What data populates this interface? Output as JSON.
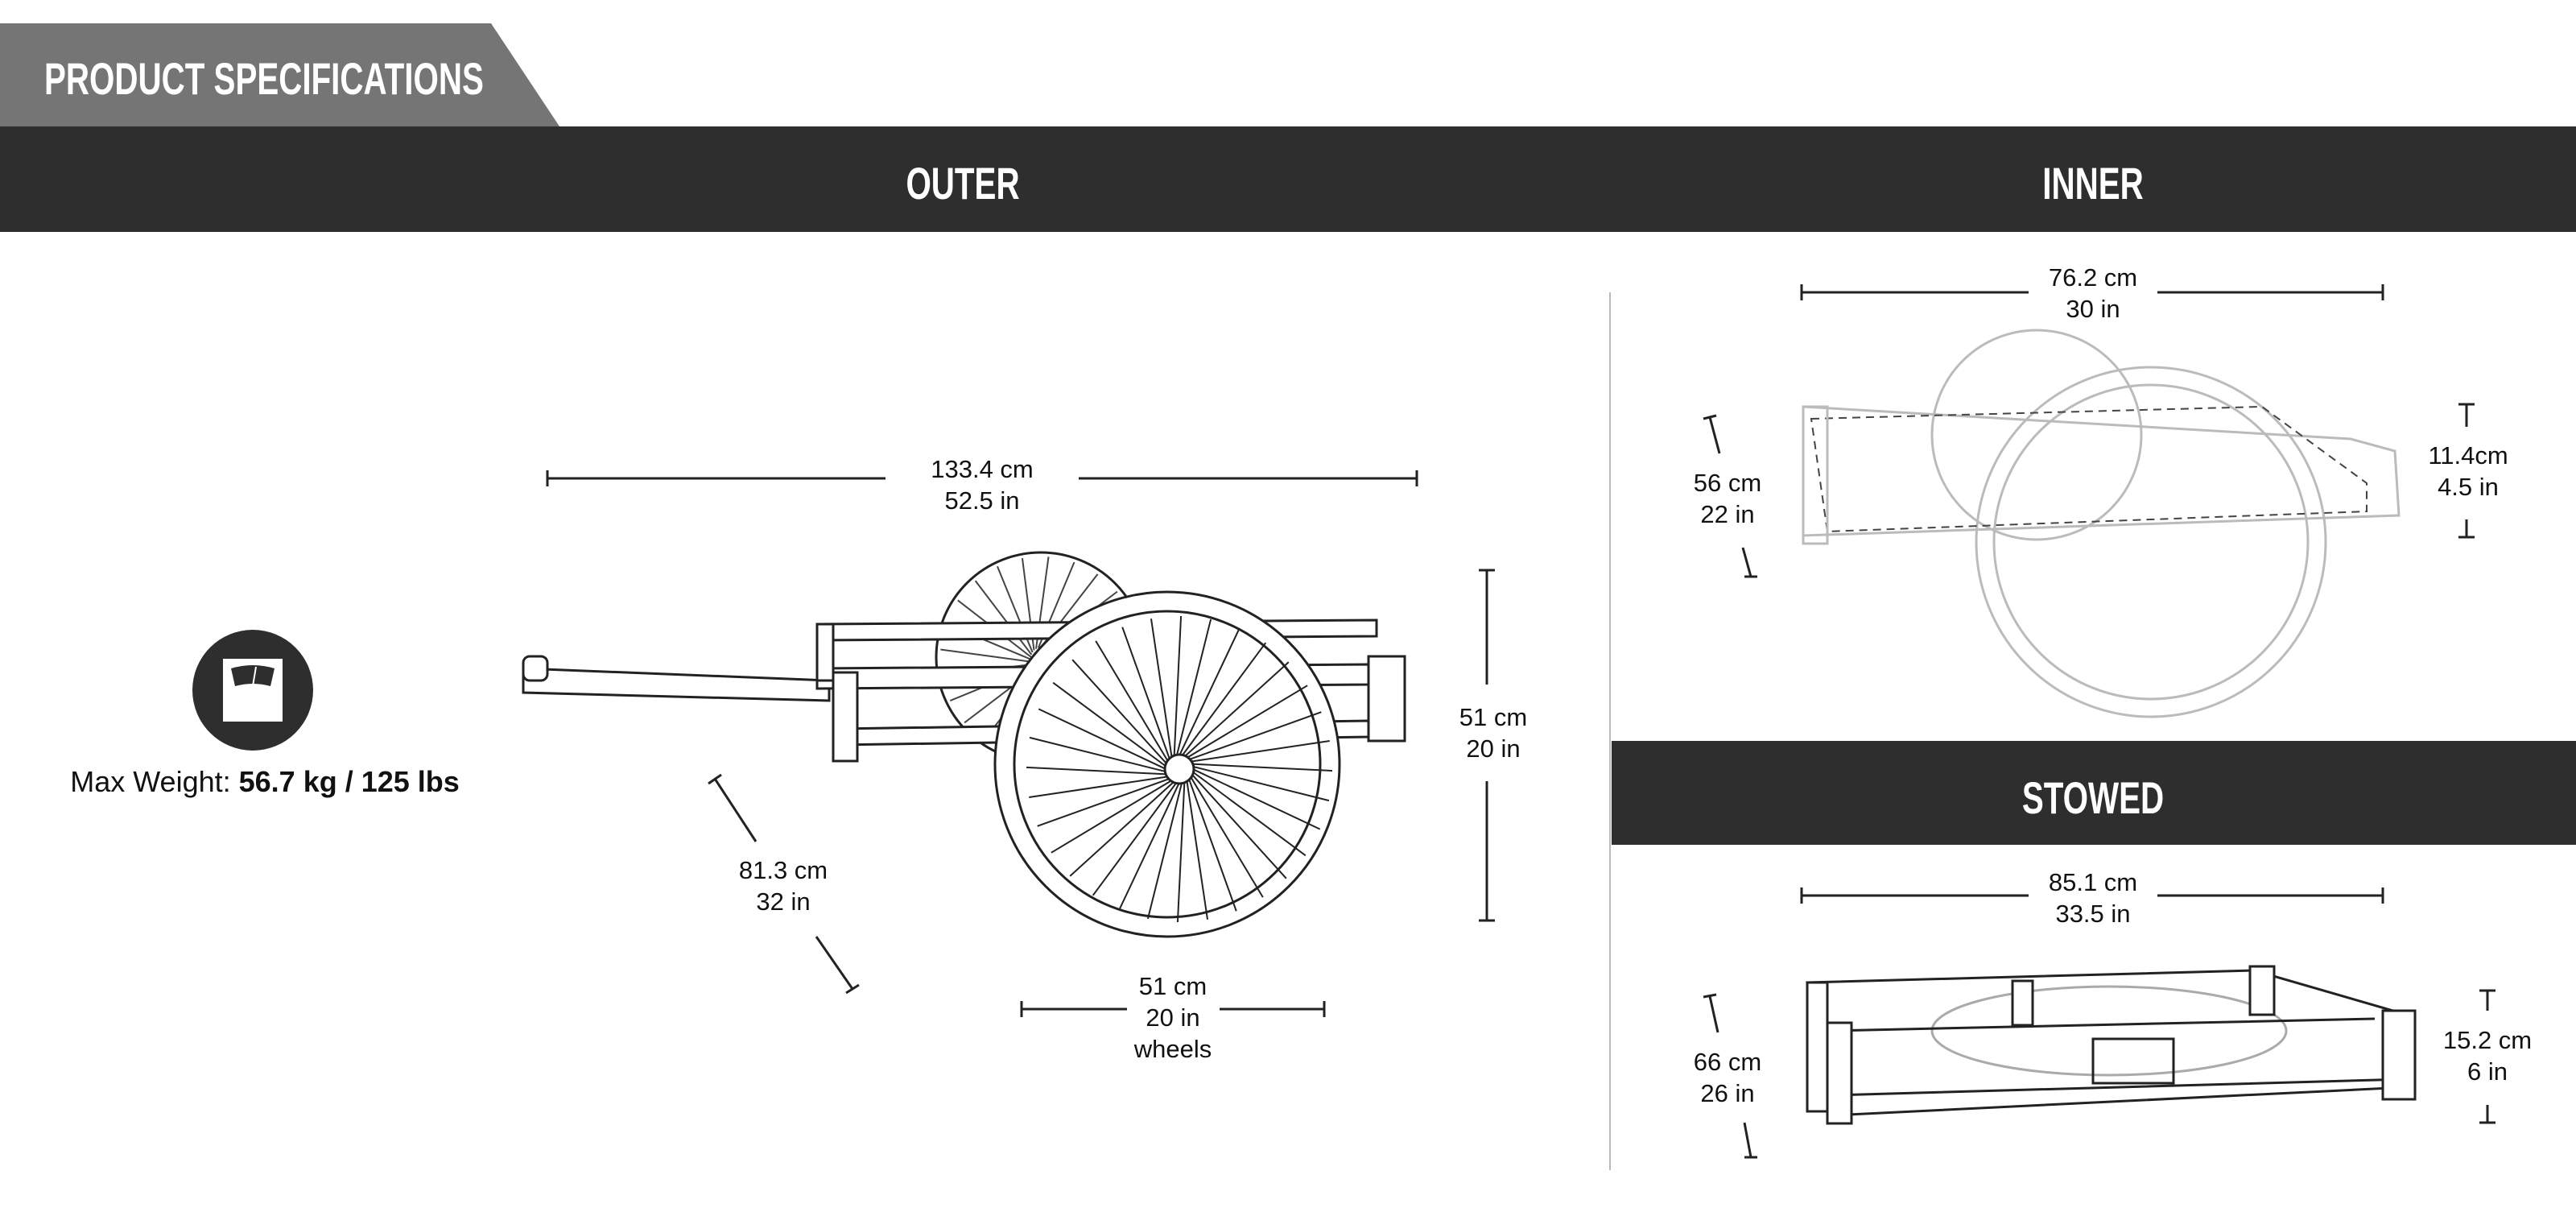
{
  "header": {
    "title": "PRODUCT SPECIFICATIONS"
  },
  "sections": {
    "outer": "OUTER",
    "inner": "INNER",
    "stowed": "STOWED"
  },
  "weight": {
    "icon": "scale-icon",
    "label": "Max Weight:",
    "value": "56.7 kg / 125 lbs"
  },
  "outer": {
    "length": {
      "cm": "133.4 cm",
      "in": "52.5 in"
    },
    "height": {
      "cm": "51 cm",
      "in": "20 in"
    },
    "width": {
      "cm": "81.3 cm",
      "in": "32 in"
    },
    "wheels": {
      "cm": "51 cm",
      "in": "20 in",
      "label": "wheels"
    }
  },
  "inner": {
    "length": {
      "cm": "76.2 cm",
      "in": "30 in"
    },
    "width": {
      "cm": "56 cm",
      "in": "22 in"
    },
    "depth": {
      "cm": "11.4cm",
      "in": "4.5 in"
    }
  },
  "stowed": {
    "length": {
      "cm": "85.1 cm",
      "in": "33.5 in"
    },
    "width": {
      "cm": "66 cm",
      "in": "26 in"
    },
    "height": {
      "cm": "15.2 cm",
      "in": "6 in"
    }
  }
}
